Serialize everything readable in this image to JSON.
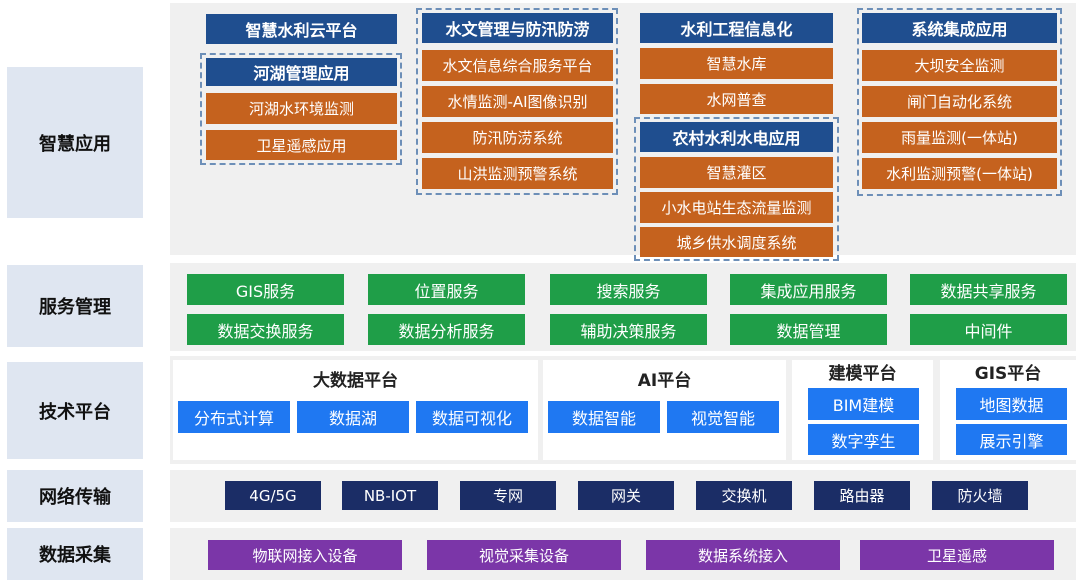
{
  "layers": {
    "app": "智慧应用",
    "service": "服务管理",
    "tech": "技术平台",
    "network": "网络传输",
    "data": "数据采集"
  },
  "app": {
    "col1": {
      "header": "智慧水利云平台",
      "group_title": "河湖管理应用",
      "items": [
        "河湖水环境监测",
        "卫星遥感应用"
      ]
    },
    "col2": {
      "header": "水文管理与防汛防涝",
      "items": [
        "水文信息综合服务平台",
        "水情监测-AI图像识别",
        "防汛防涝系统",
        "山洪监测预警系统"
      ]
    },
    "col3": {
      "header": "水利工程信息化",
      "items": [
        "智慧水库",
        "水网普查"
      ],
      "group_title": "农村水利水电应用",
      "group_items": [
        "智慧灌区",
        "小水电站生态流量监测",
        "城乡供水调度系统"
      ]
    },
    "col4": {
      "header": "系统集成应用",
      "items": [
        "大坝安全监测",
        "闸门自动化系统",
        "雨量监测(一体站)",
        "水利监测预警(一体站)"
      ]
    }
  },
  "service": {
    "row1": [
      "GIS服务",
      "位置服务",
      "搜索服务",
      "集成应用服务",
      "数据共享服务"
    ],
    "row2": [
      "数据交换服务",
      "数据分析服务",
      "辅助决策服务",
      "数据管理",
      "中间件"
    ]
  },
  "tech": {
    "bigdata": {
      "title": "大数据平台",
      "items": [
        "分布式计算",
        "数据湖",
        "数据可视化"
      ]
    },
    "ai": {
      "title": "AI平台",
      "items": [
        "数据智能",
        "视觉智能"
      ]
    },
    "modeling": {
      "title": "建模平台",
      "items": [
        "BIM建模",
        "数字孪生"
      ]
    },
    "gis": {
      "title": "GIS平台",
      "items": [
        "地图数据",
        "展示引擎"
      ]
    }
  },
  "network": {
    "items": [
      "4G/5G",
      "NB-IOT",
      "专网",
      "网关",
      "交换机",
      "路由器",
      "防火墙"
    ]
  },
  "data": {
    "items": [
      "物联网接入设备",
      "视觉采集设备",
      "数据系统接入",
      "卫星遥感"
    ]
  },
  "colors": {
    "navy": "#1f4e8f",
    "orange": "#c5621e",
    "green": "#1f9e48",
    "blue": "#1f78f2",
    "dark_navy": "#1b2d66",
    "purple": "#7b36a8",
    "label_bg": "#dfe6f1"
  }
}
